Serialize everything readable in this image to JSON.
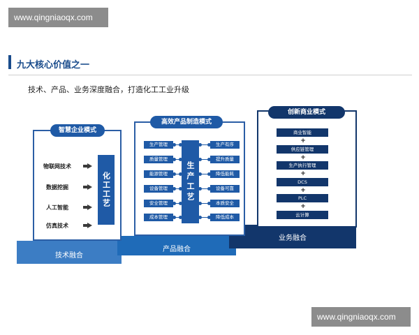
{
  "watermark": "www.qingniaoqx.com",
  "title": "九大核心价值之一",
  "subtitle": "技术、产品、业务深度融合，打造化工工业升级",
  "tech": {
    "tag": "智慧企业模式",
    "items": [
      "物联网技术",
      "数据挖掘",
      "人工智能",
      "仿真技术"
    ],
    "center": "化工工艺",
    "platform": "技术融合"
  },
  "product": {
    "tag": "高效产品制造模式",
    "left": [
      "生产管理",
      "质量管理",
      "能源管理",
      "设备管理",
      "安全管理",
      "成本管理"
    ],
    "right": [
      "生产有序",
      "提升质量",
      "降低能耗",
      "设备可靠",
      "本质安全",
      "降低成本"
    ],
    "center": "生产工艺",
    "platform": "产品融合"
  },
  "business": {
    "tag": "创新商业模式",
    "items": [
      "商业智能",
      "供应链管理",
      "生产执行管理",
      "DCS",
      "PLC",
      "云计算"
    ],
    "plus": "+",
    "platform": "业务融合"
  },
  "colors": {
    "primary": "#1f5aa6",
    "dark": "#12366b",
    "light": "#3c7dc4"
  }
}
